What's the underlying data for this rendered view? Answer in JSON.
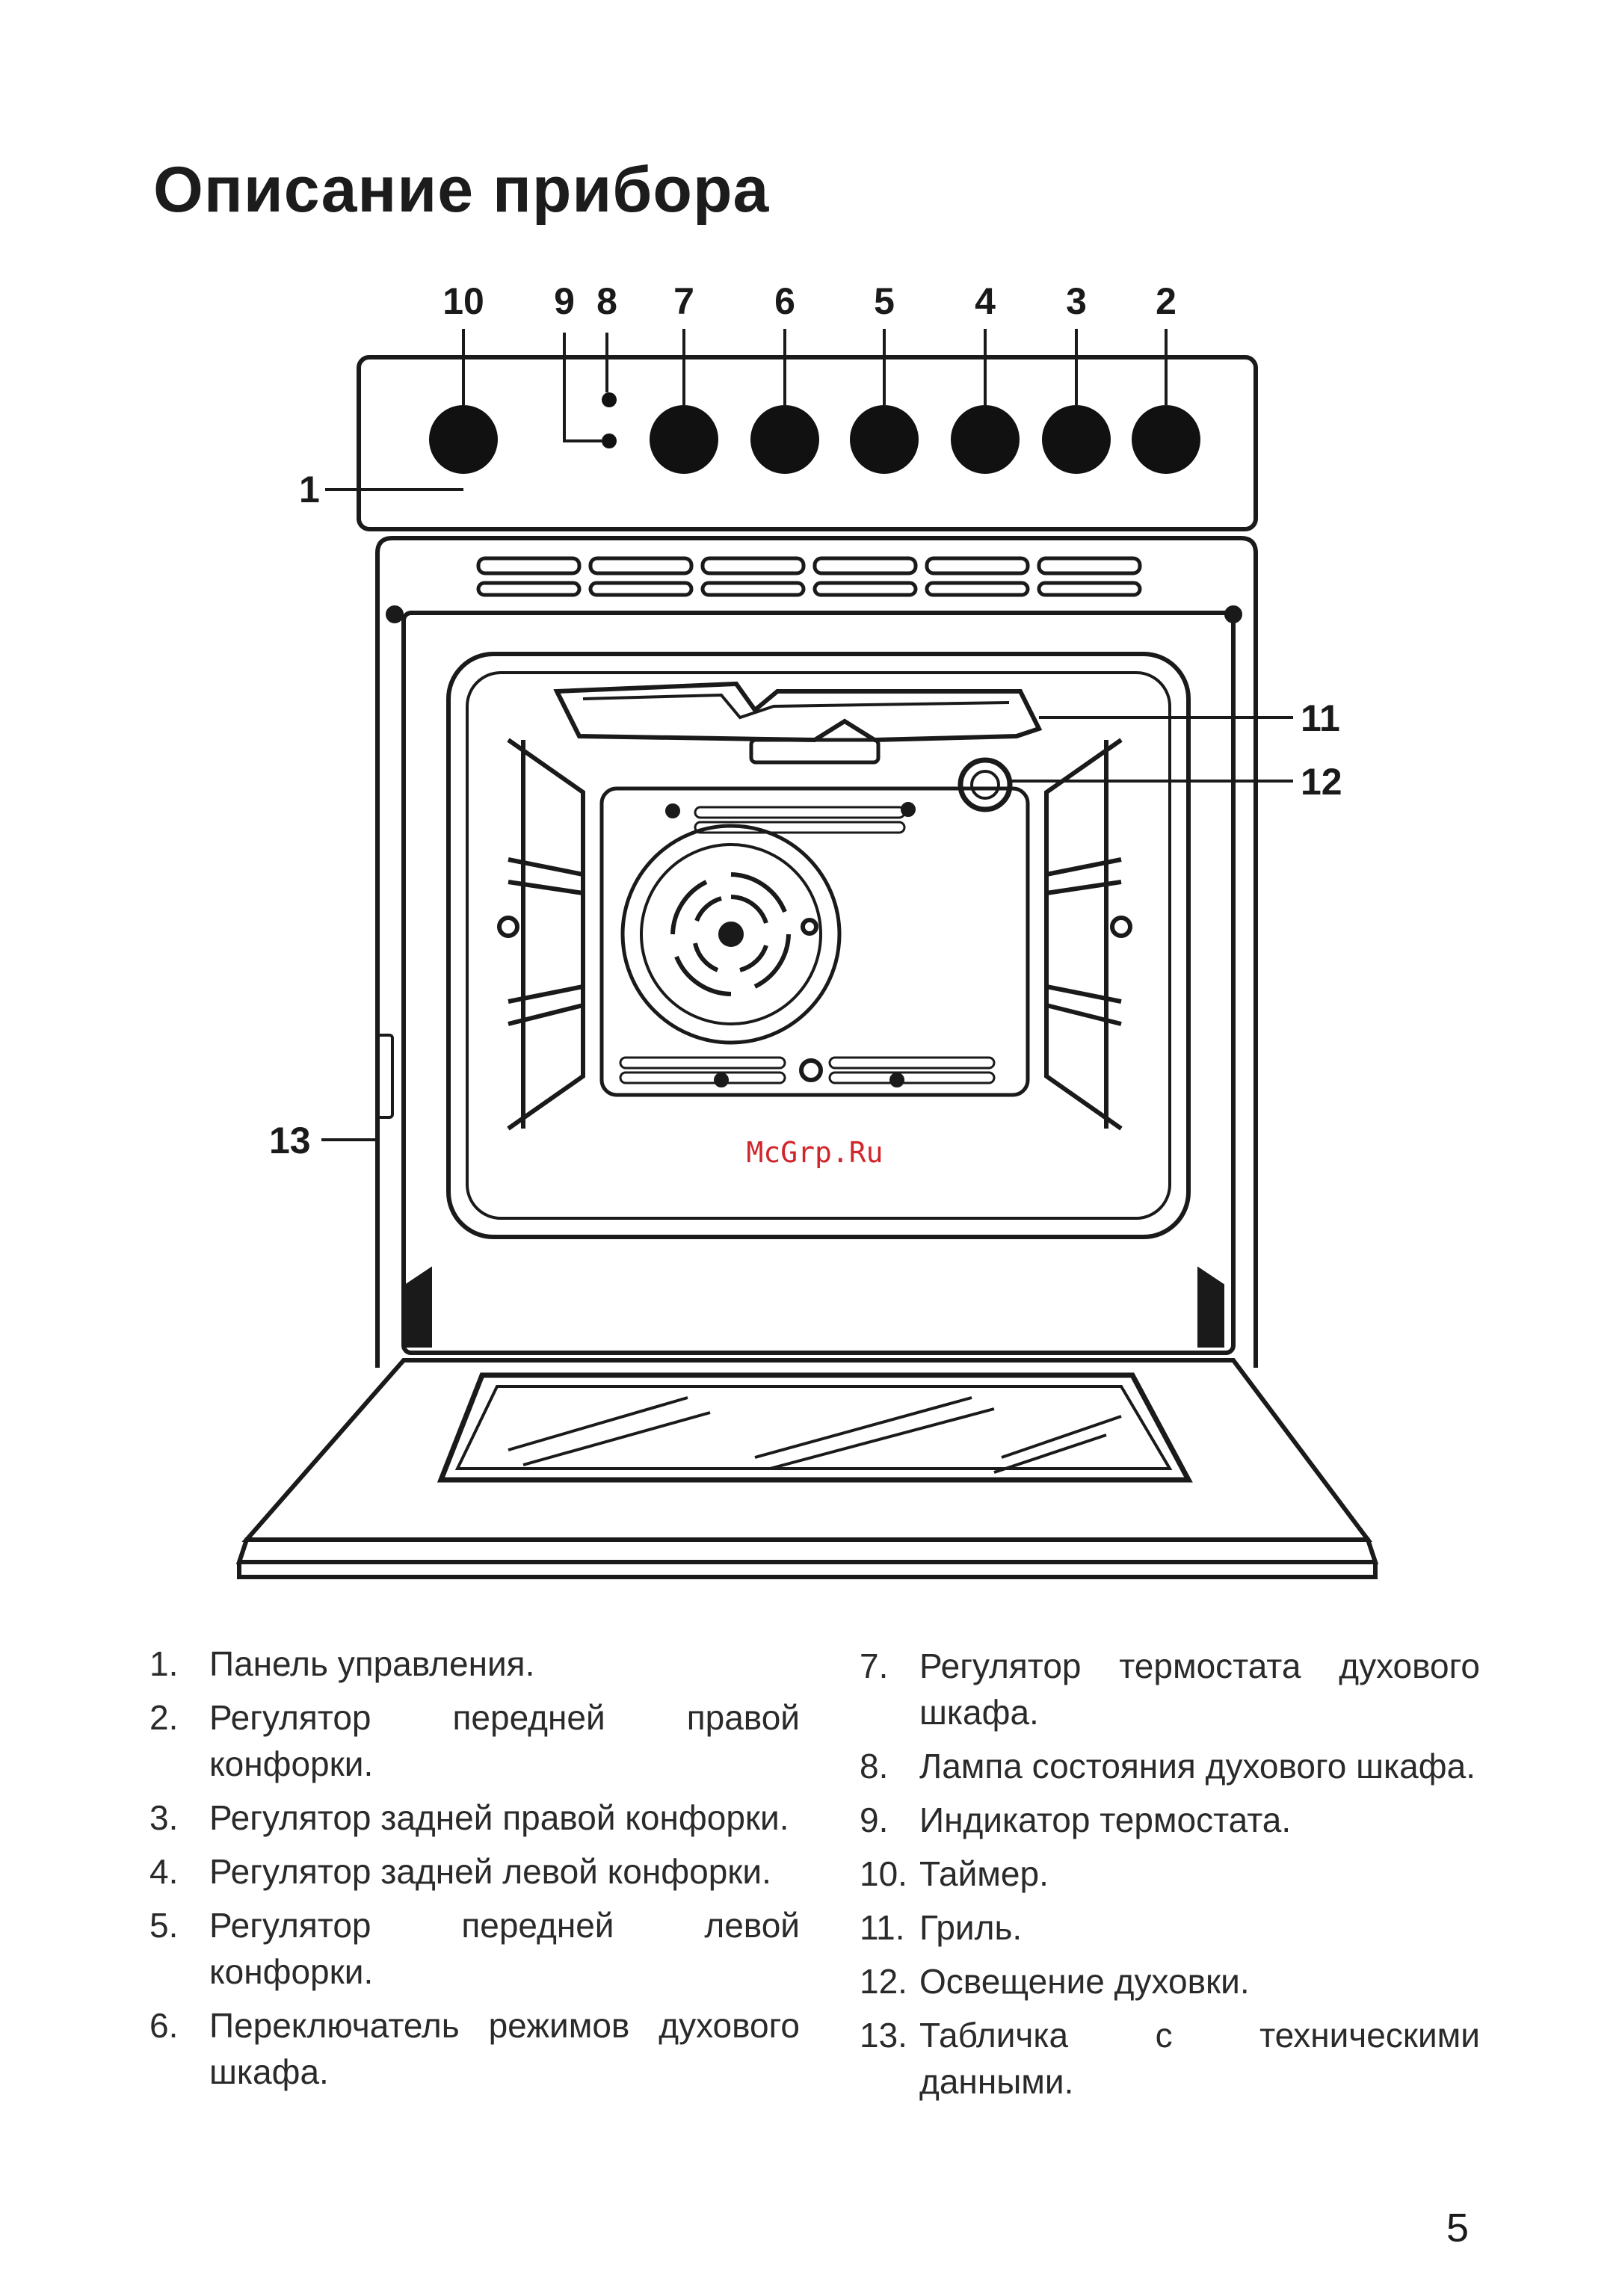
{
  "title": "Описание прибора",
  "watermark": "McGrp.Ru",
  "page_number": "5",
  "callouts": {
    "c1": "1",
    "c2": "2",
    "c3": "3",
    "c4": "4",
    "c5": "5",
    "c6": "6",
    "c7": "7",
    "c8": "8",
    "c9": "9",
    "c10": "10",
    "c11": "11",
    "c12": "12",
    "c13": "13"
  },
  "legend_left": [
    {
      "num": "1.",
      "text": "Панель управления."
    },
    {
      "num": "2.",
      "text": "Регулятор передней правой конфорки."
    },
    {
      "num": "3.",
      "text": "Регулятор задней правой конфорки."
    },
    {
      "num": "4.",
      "text": "Регулятор задней левой конфорки."
    },
    {
      "num": "5.",
      "text": "Регулятор передней левой конфорки."
    },
    {
      "num": "6.",
      "text": "Переключатель режимов духового шкафа."
    }
  ],
  "legend_right": [
    {
      "num": "7.",
      "text": "Регулятор термостата духового шкафа."
    },
    {
      "num": "8.",
      "text": "Лампа состояния духового шкафа."
    },
    {
      "num": "9.",
      "text": "Индикатор термостата."
    },
    {
      "num": "10.",
      "text": "Таймер."
    },
    {
      "num": "11.",
      "text": "Гриль."
    },
    {
      "num": "12.",
      "text": "Освещение духовки."
    },
    {
      "num": "13.",
      "text": "Табличка с техническими данными."
    }
  ]
}
